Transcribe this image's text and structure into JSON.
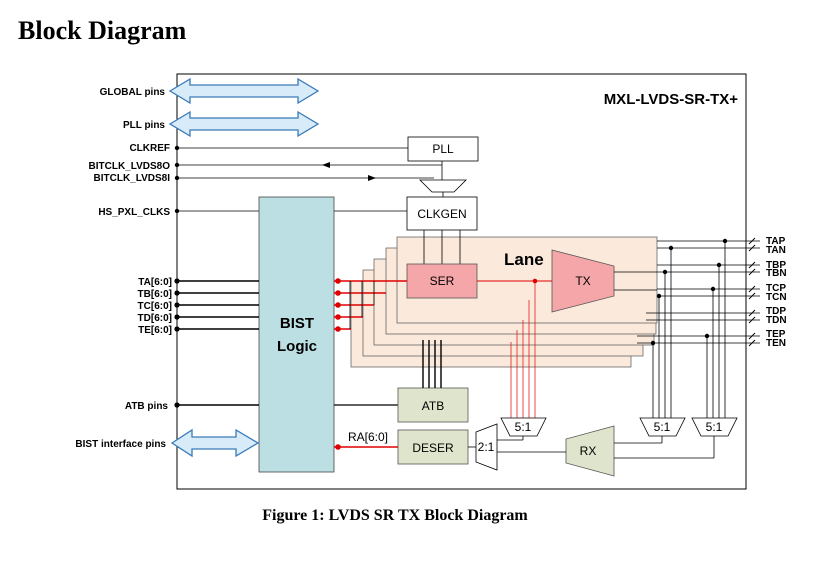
{
  "heading": "Block Diagram",
  "caption": "Figure 1: LVDS SR TX Block Diagram",
  "device_name": "MXL-LVDS-SR-TX+",
  "left_pins": {
    "global": "GLOBAL pins",
    "pll": "PLL pins",
    "clkref": "CLKREF",
    "bitclk_out": "BITCLK_LVDS8O",
    "bitclk_in": "BITCLK_LVDS8I",
    "hs_pxl": "HS_PXL_CLKS",
    "ta": "TA[6:0]",
    "tb": "TB[6:0]",
    "tc": "TC[6:0]",
    "td": "TD[6:0]",
    "te": "TE[6:0]",
    "atb": "ATB pins",
    "bist_if": "BIST interface pins"
  },
  "blocks": {
    "pll": "PLL",
    "clkgen": "CLKGEN",
    "bist_line1": "BIST",
    "bist_line2": "Logic",
    "lane": "Lane",
    "ser": "SER",
    "tx": "TX",
    "atb": "ATB",
    "deser": "DESER",
    "mux_2to1": "2:1",
    "mux_5to1_a": "5:1",
    "mux_5to1_b": "5:1",
    "mux_5to1_c": "5:1",
    "rx": "RX",
    "ra_bus": "RA[6:0]"
  },
  "right_pins": [
    "TAP",
    "TAN",
    "TBP",
    "TBN",
    "TCP",
    "TCN",
    "TDP",
    "TDN",
    "TEP",
    "TEN"
  ],
  "colors": {
    "arrow_fill": "#d7ecf8",
    "arrow_stroke": "#3a7ab8",
    "bist_fill": "#bcdfe3",
    "lane_fill": "#fbe9dc",
    "ser_fill": "#f4a6a8",
    "gray_block": "#dfe5cc",
    "red": "#e00000"
  }
}
